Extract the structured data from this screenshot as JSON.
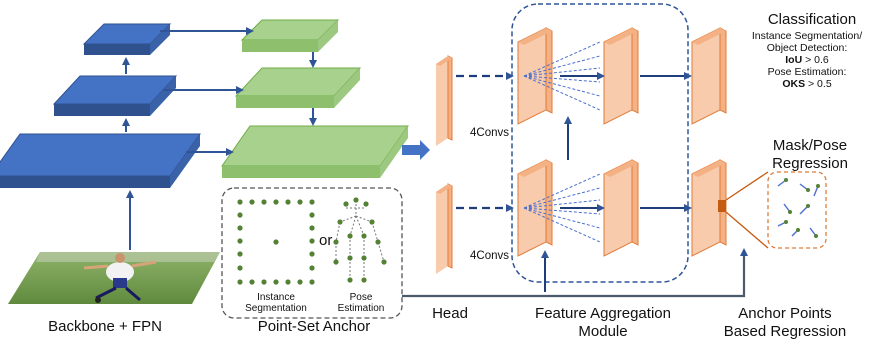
{
  "captions": {
    "backbone": "Backbone + FPN",
    "anchor": "Point-Set Anchor",
    "head": "Head",
    "fam_line1": "Feature Aggregation",
    "fam_line2": "Module",
    "regression_line1": "Anchor Points",
    "regression_line2": "Based Regression"
  },
  "labels": {
    "conv_top": "4Convs",
    "conv_bottom": "4Convs",
    "or": "or",
    "instance_line1": "Instance",
    "instance_line2": "Segmentation",
    "pose_line1": "Pose",
    "pose_line2": "Estimation",
    "mask_pose_line1": "Mask/Pose",
    "mask_pose_line2": "Regression"
  },
  "classification": {
    "title": "Classification",
    "line1": "Instance Segmentation/",
    "line2": "Object Detection:",
    "metric1_name": "IoU",
    "metric1_value": " > 0.6",
    "line3": "Pose Estimation:",
    "metric2_name": "OKS",
    "metric2_value": " > 0.5"
  },
  "colors": {
    "backbone": "#4472c4",
    "fpn": "#a9d18e",
    "feature": "#f4b183",
    "arrow": "#2f5597",
    "dash": "#1f3d7a",
    "anchor_point": "#548235"
  }
}
